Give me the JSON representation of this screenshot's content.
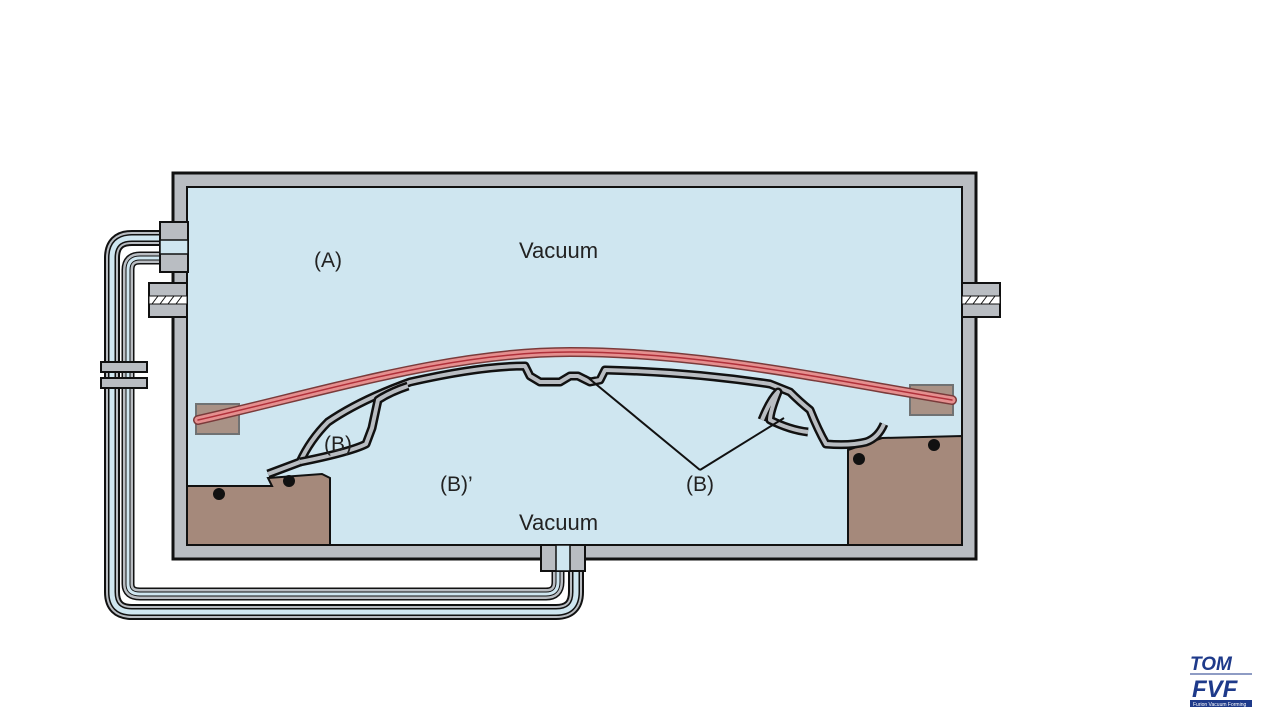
{
  "labels": {
    "vacuum_top": "Vacuum",
    "vacuum_bottom": "Vacuum",
    "region_a": "(A)",
    "region_b_left": "(B)",
    "region_b_prime": "(B)’",
    "region_b_right": "(B)"
  },
  "logo": {
    "brand": "TOM",
    "product": "FVF",
    "tagline": "Furion Vacuum Forming"
  },
  "colors": {
    "chamber_fill": "#cfe6f0",
    "wall": "#b9bdc2",
    "outline": "#111111",
    "fixture": "#a5897b",
    "film": "#e58f8f",
    "logo_blue": "#1e3a8a"
  }
}
